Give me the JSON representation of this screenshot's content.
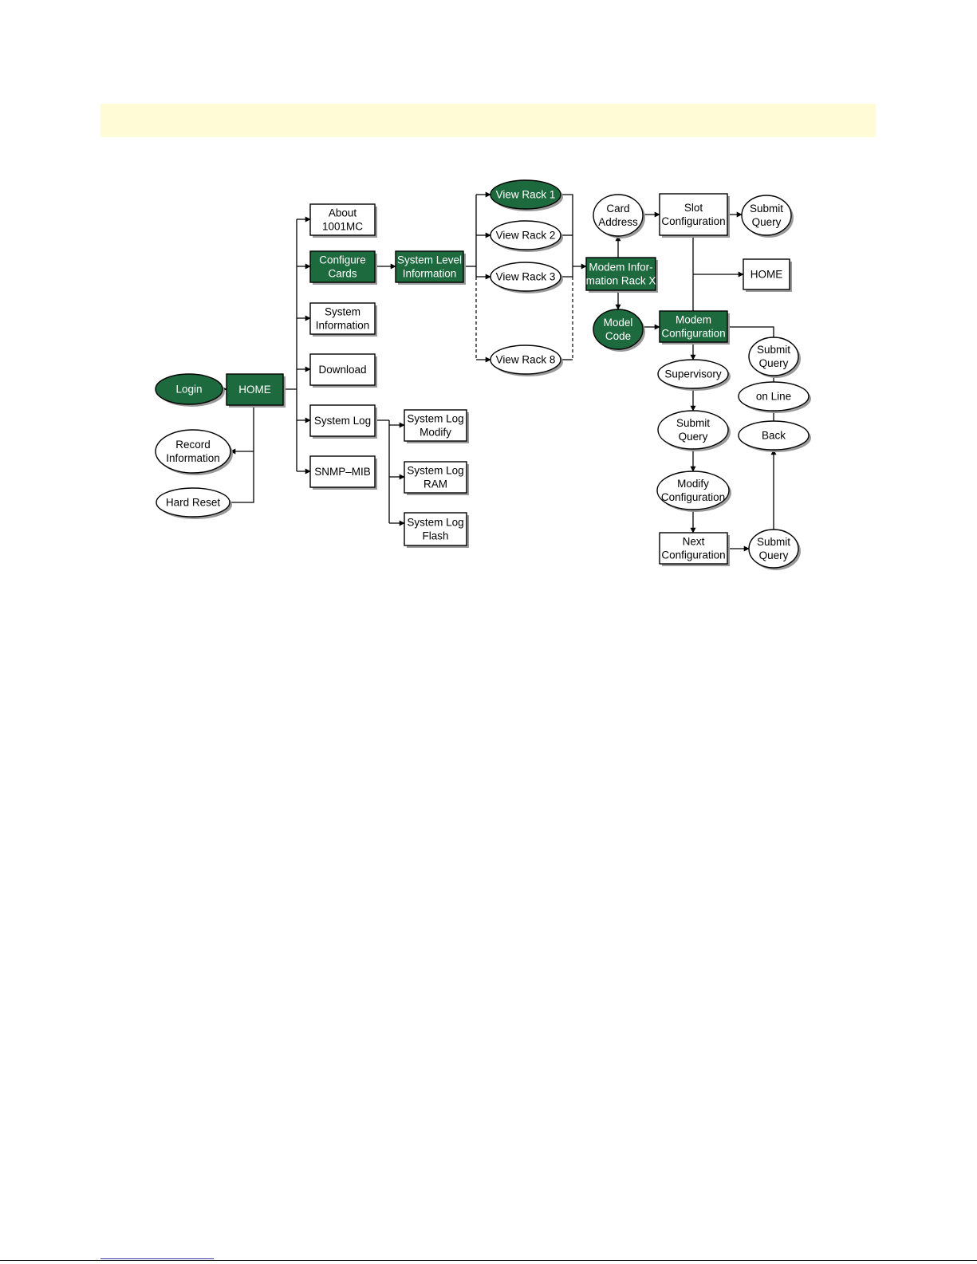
{
  "colors": {
    "accent": "#1e6a3f",
    "banner": "#fefbd6",
    "stroke": "#000000",
    "shadow": "#9a9a9a"
  },
  "nodes": {
    "login": [
      "Login"
    ],
    "home": [
      "HOME"
    ],
    "record": [
      "Record",
      "Information"
    ],
    "hardreset": [
      "Hard Reset"
    ],
    "about": [
      "About",
      "1001MC"
    ],
    "configure": [
      "Configure",
      "Cards"
    ],
    "sysinfo": [
      "System",
      "Information"
    ],
    "download": [
      "Download"
    ],
    "syslog": [
      "System Log"
    ],
    "snmp": [
      "SNMP–MIB"
    ],
    "syslogmod": [
      "System Log",
      "Modify"
    ],
    "syslogram": [
      "System Log",
      "RAM"
    ],
    "syslogflash": [
      "System Log",
      "Flash"
    ],
    "syslevel": [
      "System Level",
      "Information"
    ],
    "rack1": [
      "View Rack 1"
    ],
    "rack2": [
      "View Rack 2"
    ],
    "rack3": [
      "View Rack 3"
    ],
    "rack8": [
      "View Rack 8"
    ],
    "modeminfo": [
      "Modem Infor-",
      "mation Rack X"
    ],
    "cardaddr": [
      "Card",
      "Address"
    ],
    "slotconf": [
      "Slot",
      "Configuration"
    ],
    "submit1": [
      "Submit",
      "Query"
    ],
    "home2": [
      "HOME"
    ],
    "modelcode": [
      "Model",
      "Code"
    ],
    "modemconf": [
      "Modem",
      "Configuration"
    ],
    "supervisory": [
      "Supervisory"
    ],
    "submit2": [
      "Submit",
      "Query"
    ],
    "modifyconf": [
      "Modify",
      "Configuration"
    ],
    "nextconf": [
      "Next",
      "Configuration"
    ],
    "submit3": [
      "Submit",
      "Query"
    ],
    "back": [
      "Back"
    ],
    "online": [
      "on Line"
    ],
    "submit4": [
      "Submit",
      "Query"
    ]
  }
}
